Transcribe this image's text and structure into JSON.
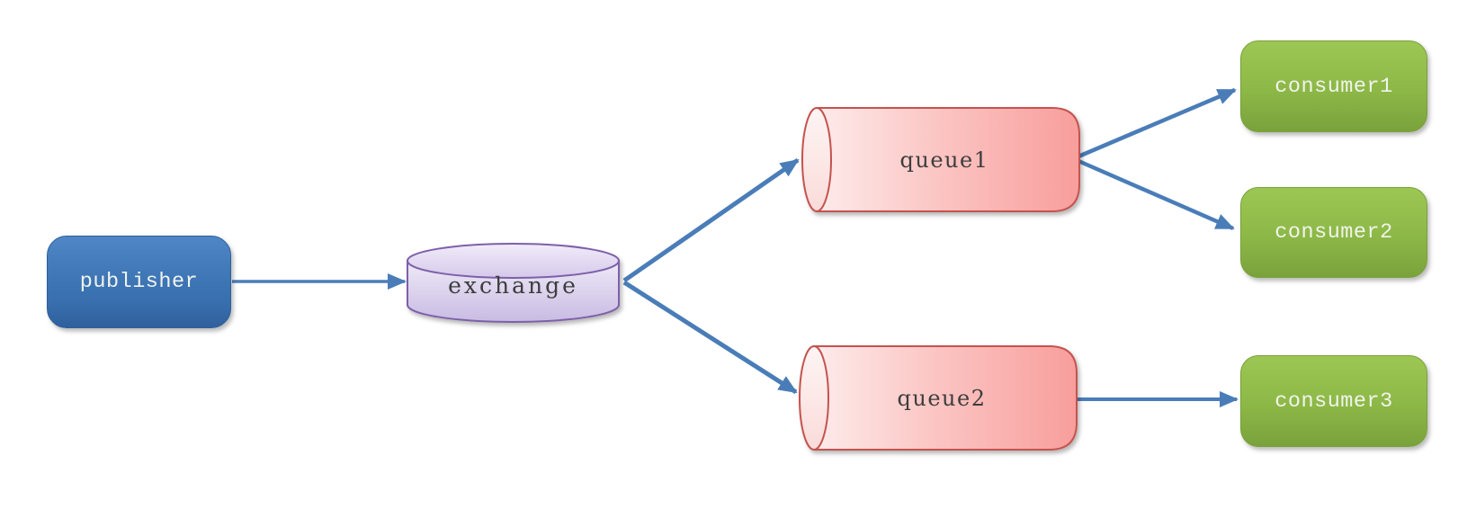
{
  "diagram_type": "message-flow-topology",
  "background": "#ffffff",
  "nodes": {
    "publisher": {
      "label": "publisher",
      "shape": "rounded-rectangle",
      "fill": "#3d74b3",
      "text_color": "#f1f3ec"
    },
    "exchange": {
      "label": "exchange",
      "shape": "cylinder-vertical",
      "fill": "#d9cdec",
      "border": "#7e61a9",
      "text_color": "#3d3d3d"
    },
    "queue1": {
      "label": "queue1",
      "shape": "cylinder-horizontal",
      "fill": "#f9a6a4",
      "border": "#c5534f",
      "text_color": "#3d3d3d"
    },
    "queue2": {
      "label": "queue2",
      "shape": "cylinder-horizontal",
      "fill": "#f9a6a4",
      "border": "#c5534f",
      "text_color": "#3d3d3d"
    },
    "consumer1": {
      "label": "consumer1",
      "shape": "rounded-rectangle",
      "fill": "#8cb847",
      "text_color": "#f1f3ec"
    },
    "consumer2": {
      "label": "consumer2",
      "shape": "rounded-rectangle",
      "fill": "#8cb847",
      "text_color": "#f1f3ec"
    },
    "consumer3": {
      "label": "consumer3",
      "shape": "rounded-rectangle",
      "fill": "#8cb847",
      "text_color": "#f1f3ec"
    }
  },
  "edges": [
    {
      "from": "publisher",
      "to": "exchange"
    },
    {
      "from": "exchange",
      "to": "queue1"
    },
    {
      "from": "exchange",
      "to": "queue2"
    },
    {
      "from": "queue1",
      "to": "consumer1"
    },
    {
      "from": "queue1",
      "to": "consumer2"
    },
    {
      "from": "queue2",
      "to": "consumer3"
    }
  ],
  "edge_style": {
    "color": "#4a7db8",
    "arrowhead": "triangle"
  }
}
